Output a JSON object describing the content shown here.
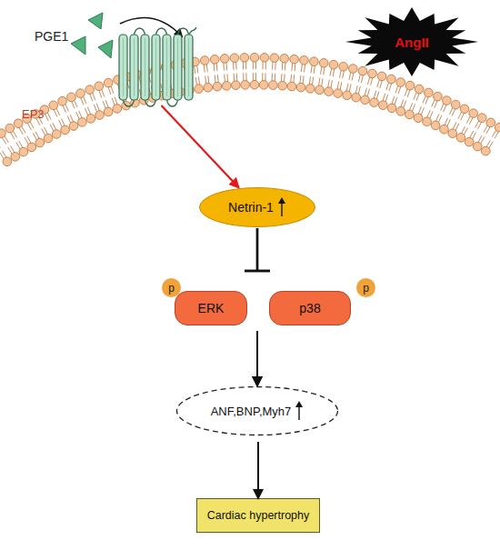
{
  "diagram": {
    "nodes": [
      {
        "text": [
          "EP3"
        ]
      },
      {
        "text": [
          "AngII"
        ]
      },
      {
        "text": [
          "Netrin-1"
        ]
      },
      {
        "text": [
          "p"
        ]
      },
      {
        "text": [
          "p"
        ]
      },
      {
        "text": [
          "ERK"
        ]
      },
      {
        "text": [
          "p38"
        ]
      },
      {
        "text": [
          "ANF,BNP,Myh7"
        ]
      },
      {
        "text": [
          "Cardiac hypertrophy"
        ]
      }
    ],
    "edges": [
      {
        "from": 0,
        "to": 2,
        "arrow": "to"
      },
      {
        "from": 2,
        "to": 5,
        "arrow": "to"
      },
      {
        "from": 2,
        "to": 6,
        "arrow": "to"
      },
      {
        "from": 5,
        "to": 7,
        "arrow": "to"
      },
      {
        "from": 6,
        "to": 7,
        "arrow": "to"
      },
      {
        "from": 7,
        "to": 8,
        "arrow": "to"
      }
    ],
    "labels": [
      "PGE1"
    ]
  }
}
